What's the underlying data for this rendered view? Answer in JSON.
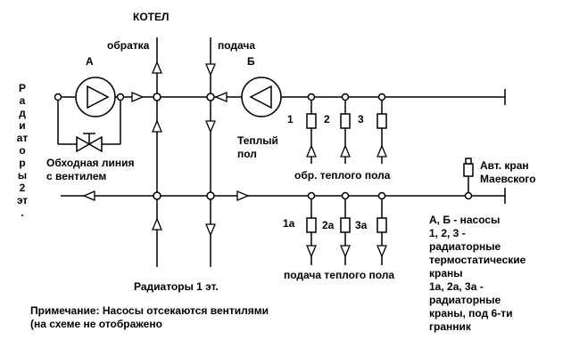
{
  "title": "КОТЕЛ",
  "labels": {
    "obratka": "обратка",
    "podacha": "подача",
    "pump_a": "А",
    "pump_b": "Б",
    "bypass": "Обходная линия\nс вентилем",
    "warm_floor": "Теплый\nпол",
    "valve_1": "1",
    "valve_2": "2",
    "valve_3": "3",
    "valve_1a": "1а",
    "valve_2a": "2а",
    "valve_3a": "3а",
    "floor_return": "обр. теплого пола",
    "floor_supply": "подача теплого пола",
    "mayevsky": "Авт. кран\nМаевского",
    "radiators_2": "Радиаторы 2 эт.",
    "radiators_1": "Радиаторы 1 эт.",
    "legend": "А, Б - насосы\n1, 2, 3 -\nрадиаторные\nтермостатические\nкраны\n1а, 2а, 3а -\nрадиаторные\nкраны, под 6-ти\nгранник",
    "note": "Примечание: Насосы отсекаются вентилями\n(на схеме не отображено"
  }
}
